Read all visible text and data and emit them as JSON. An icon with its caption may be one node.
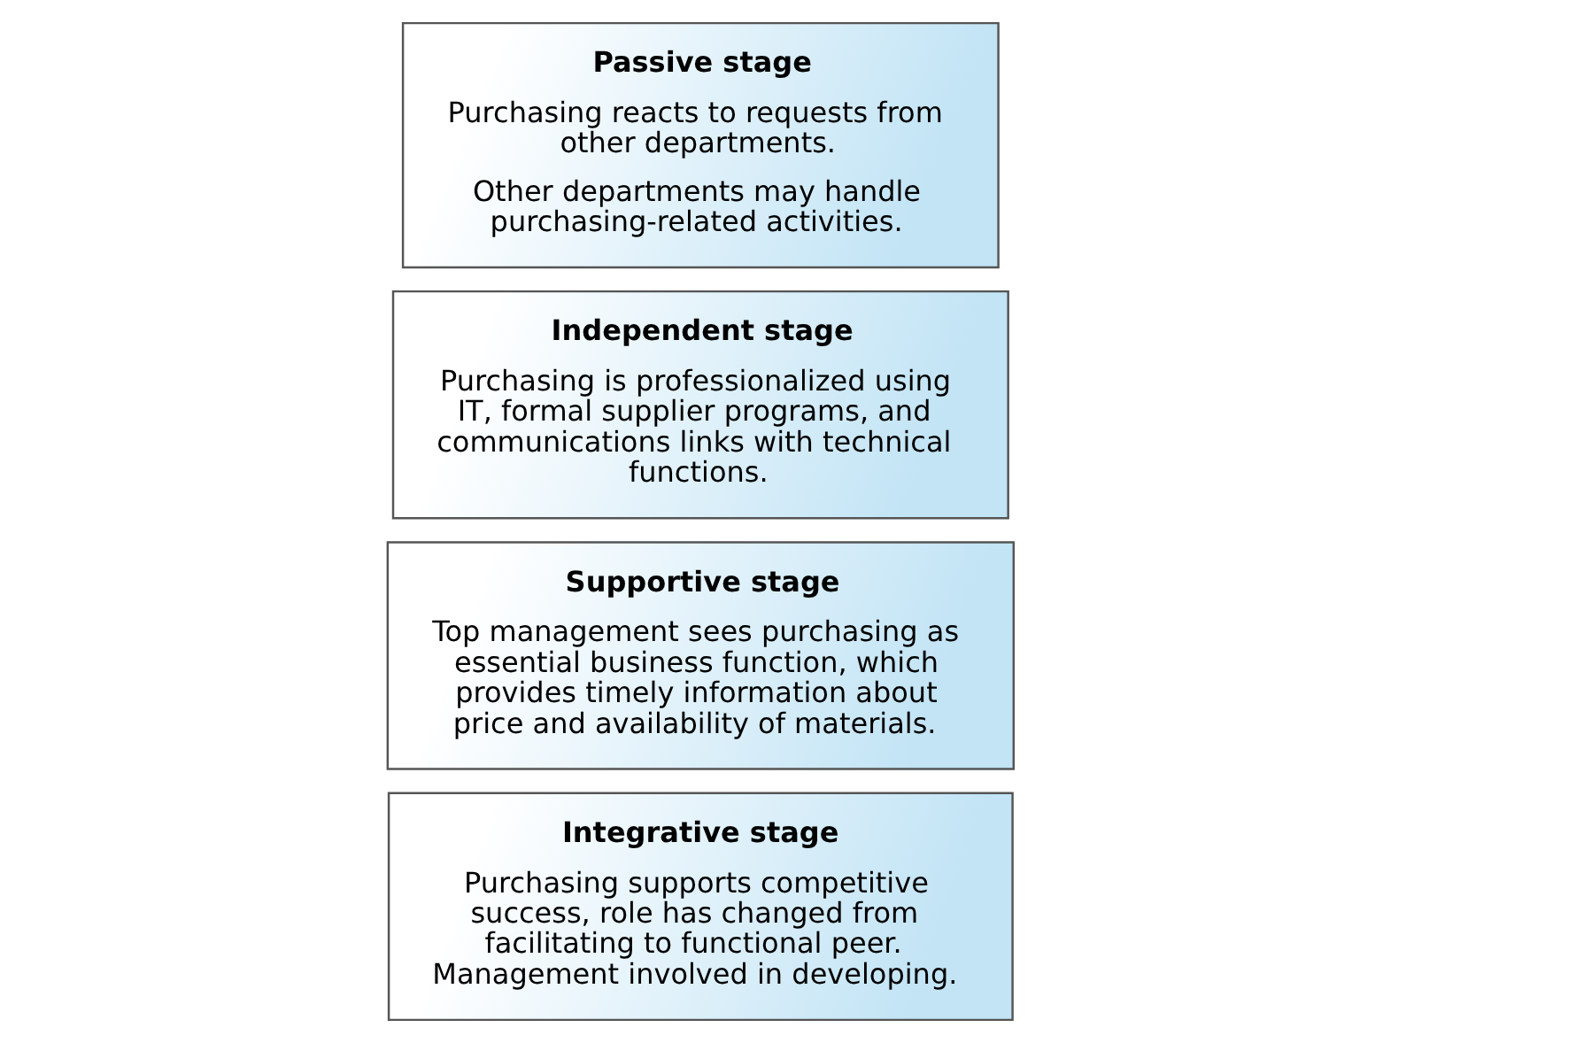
{
  "diagram": {
    "nodes": [
      {
        "text": [
          "Passive stage",
          "Purchasing reacts to requests from other departments.",
          "Other departments may handle purchasing-related activities."
        ]
      },
      {
        "text": [
          "Independent stage",
          "Purchasing is professionalized using IT, formal supplier programs, and communications links with technical functions."
        ]
      },
      {
        "text": [
          "Supportive stage",
          "Top management sees purchasing as essential business function, which provides timely information about price and availability of materials."
        ]
      },
      {
        "text": [
          "Integrative stage",
          "Purchasing supports competitive success, role has changed from facilitating to functional peer. Management involved in developing."
        ]
      }
    ],
    "edges": []
  }
}
